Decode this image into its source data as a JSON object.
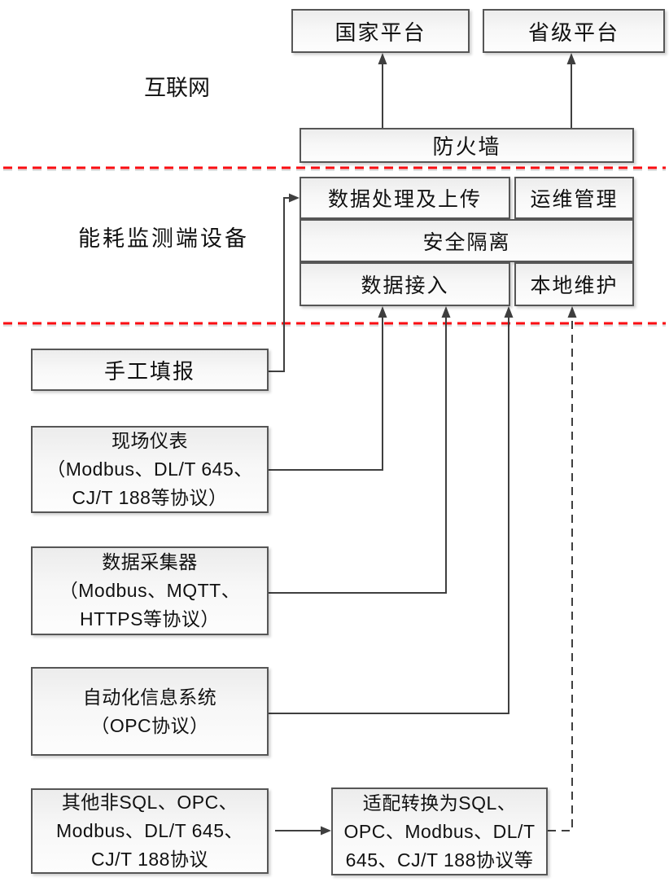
{
  "colors": {
    "divider_red": "#fb0d12",
    "box_border": "#565656",
    "arrow": "#3f3f3f",
    "box_fill_top": "#ececec",
    "box_fill_bottom": "#fdfdfd",
    "text": "#111111"
  },
  "zone_labels": {
    "internet": "互联网",
    "device": "能耗监测端设备"
  },
  "nodes": {
    "national_platform": {
      "label": "国家平台"
    },
    "provincial_platform": {
      "label": "省级平台"
    },
    "firewall": {
      "label": "防火墙"
    },
    "data_processing_upload": {
      "label": "数据处理及上传"
    },
    "ops_management": {
      "label": "运维管理"
    },
    "security_isolation": {
      "label": "安全隔离"
    },
    "data_access": {
      "label": "数据接入"
    },
    "local_maintenance": {
      "label": "本地维护"
    },
    "manual_entry": {
      "label": "手工填报"
    },
    "field_instruments": {
      "lines": [
        "现场仪表",
        "（Modbus、DL/T 645、",
        "CJ/T 188等协议）"
      ]
    },
    "data_collector": {
      "lines": [
        "数据采集器",
        "（Modbus、MQTT、",
        "HTTPS等协议）"
      ]
    },
    "automation_system": {
      "lines": [
        "自动化信息系统",
        "（OPC协议）"
      ]
    },
    "other_protocols": {
      "lines": [
        "其他非SQL、OPC、",
        "Modbus、DL/T 645、",
        "CJ/T 188协议"
      ]
    },
    "protocol_adapter": {
      "lines": [
        "适配转换为SQL、",
        "OPC、Modbus、DL/T",
        "645、CJ/T 188协议等"
      ]
    }
  }
}
